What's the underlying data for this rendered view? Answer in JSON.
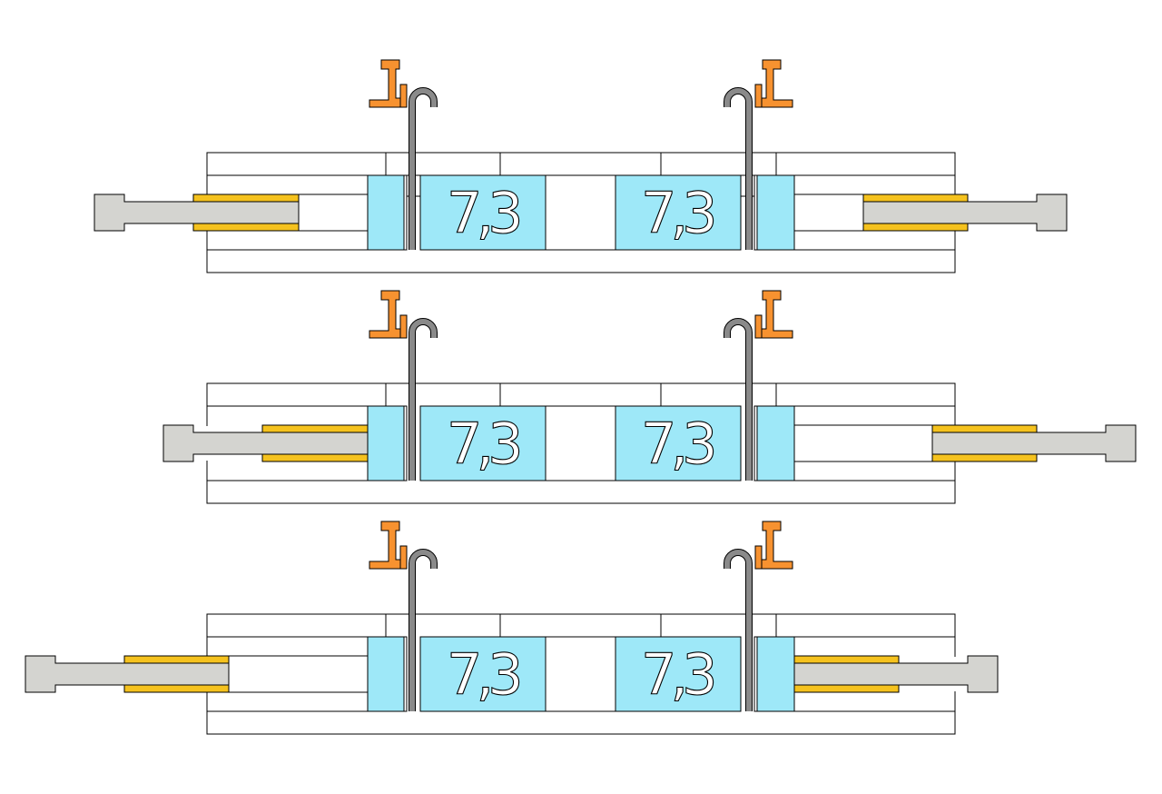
{
  "colors": {
    "block": "#9ee8f8",
    "pin": "#d4d4d0",
    "sleeve": "#f5c21e",
    "clamp": "#f79230",
    "wire": "#8a8a8a"
  },
  "assemblies": [
    {
      "left_label": "7,3",
      "right_label": "7,3",
      "stage": "pins-in"
    },
    {
      "left_label": "7,3",
      "right_label": "7,3",
      "stage": "shifted-right"
    },
    {
      "left_label": "7,3",
      "right_label": "7,3",
      "stage": "shifted-left"
    }
  ]
}
